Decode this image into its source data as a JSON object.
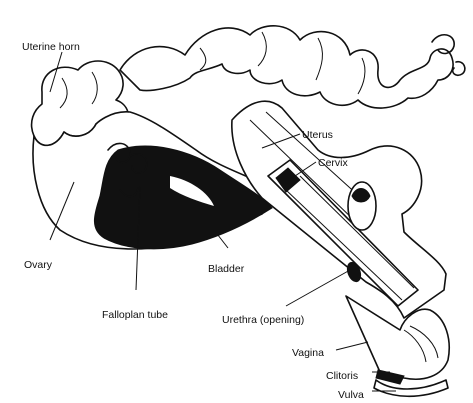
{
  "diagram": {
    "labels": {
      "uterine_horn": "Uterine horn",
      "uterus": "Uterus",
      "cervix": "Cervix",
      "ovary": "Ovary",
      "bladder": "Bladder",
      "fallopian_tube": "Falloplan tube",
      "urethra": "Urethra (opening)",
      "vagina": "Vagina",
      "clitoris": "Clitoris",
      "vulva": "Vulva"
    }
  }
}
